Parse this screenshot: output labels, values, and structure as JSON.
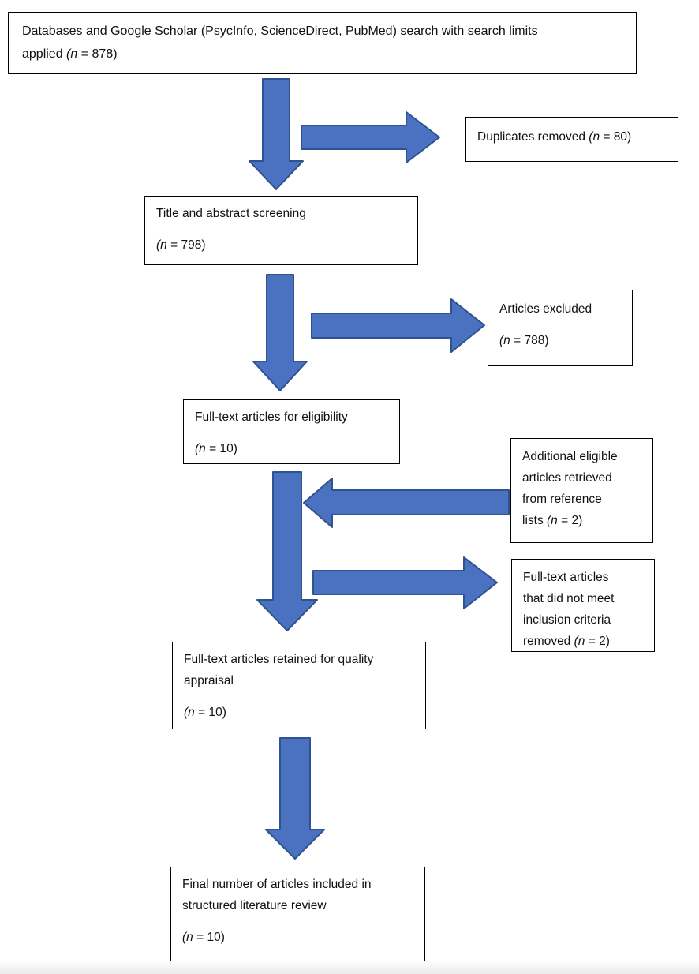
{
  "diagram": {
    "type": "literature-review-flow",
    "colors": {
      "arrow_fill": "#4b72c1",
      "arrow_stroke": "#2f5290",
      "box_border": "#000000",
      "background": "#ffffff",
      "text": "#111111"
    },
    "boxes": {
      "search": {
        "line1": "Databases and Google Scholar (PsycInfo, ScienceDirect, PubMed) search with search limits",
        "line2_before_n": "applied ",
        "n_open": "(n",
        "n_rest": " = 878)"
      },
      "duplicates": {
        "before_n": "Duplicates removed ",
        "n_open": "(n",
        "n_rest": " = 80)"
      },
      "screening": {
        "title": "Title and abstract screening",
        "n_open": "(n",
        "n_rest": " = 798)"
      },
      "excluded": {
        "title": "Articles excluded",
        "n_open": "(n",
        "n_rest": " = 788)"
      },
      "eligibility": {
        "title": "Full-text articles for eligibility",
        "n_open": "(n",
        "n_rest": " = 10)"
      },
      "additional": {
        "line1": "Additional eligible",
        "line2": "articles retrieved",
        "line3": "from reference",
        "line4_before_n": "lists ",
        "n_open": "(n",
        "n_rest": " = 2)"
      },
      "notmeet": {
        "line1": "Full-text articles",
        "line2": "that did not meet",
        "line3": "inclusion criteria",
        "line4_before_n": "removed ",
        "n_open": "(n",
        "n_rest": " = 2)"
      },
      "retained": {
        "line1": "Full-text articles retained for quality",
        "line2": "appraisal",
        "n_open": "(n",
        "n_rest": " = 10)"
      },
      "final": {
        "line1": "Final number of articles included in",
        "line2": "structured literature review",
        "n_open": "(n",
        "n_rest": " = 10)"
      }
    }
  }
}
